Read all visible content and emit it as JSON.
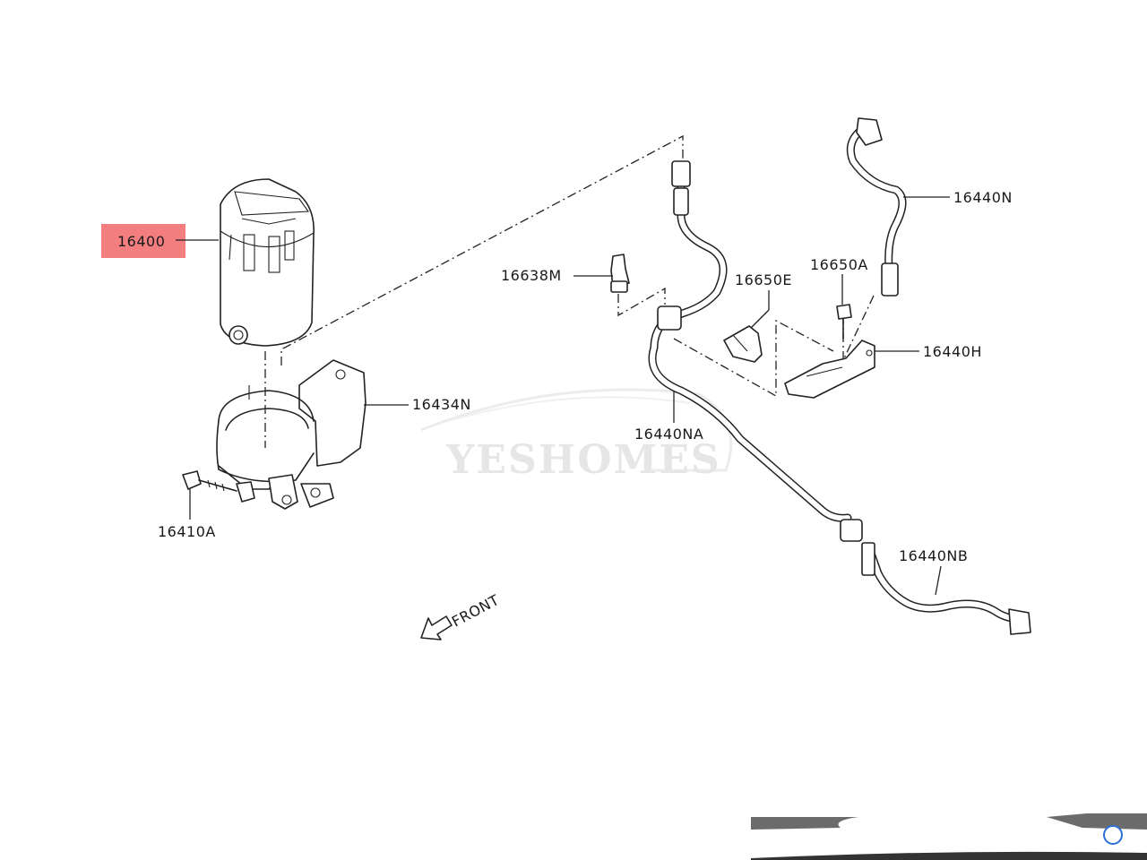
{
  "diagram": {
    "watermark": "YESHOMES",
    "front_indicator": "FRONT",
    "highlight_color": "#f27e80",
    "parts": {
      "fuel_filter": "16400",
      "filter_bracket": "16434N",
      "bolt": "16410A",
      "sensor": "16638M",
      "clip": "16650E",
      "bolt_b": "16650A",
      "tube_n": "16440N",
      "bracket_h": "16440H",
      "hose_na": "16440NA",
      "hose_nb": "16440NB"
    }
  }
}
